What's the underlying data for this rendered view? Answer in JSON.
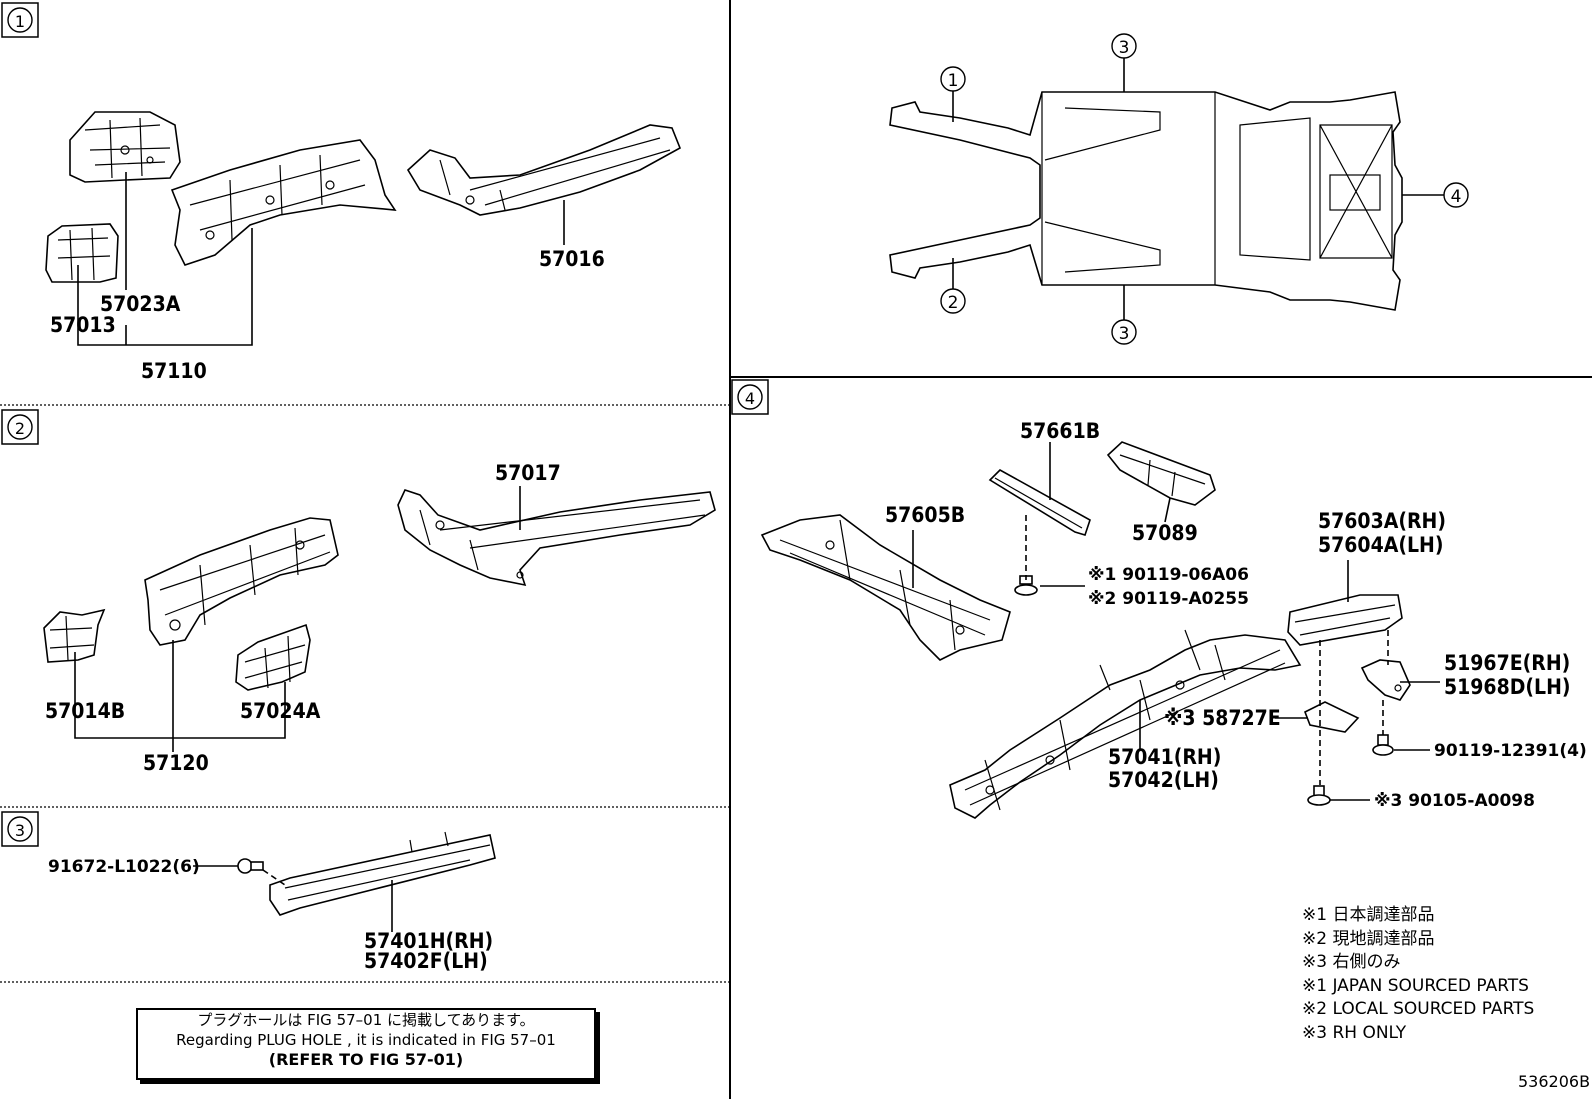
{
  "sections": [
    {
      "id": "1",
      "marker": "①"
    },
    {
      "id": "2",
      "marker": "②"
    },
    {
      "id": "3",
      "marker": "③"
    },
    {
      "id": "4",
      "marker": "④"
    }
  ],
  "section1": {
    "parts": [
      "57023A",
      "57013",
      "57110",
      "57016"
    ]
  },
  "overview": {
    "callouts": [
      "①",
      "②",
      "③",
      "③",
      "④"
    ]
  },
  "section2": {
    "parts": [
      "57017",
      "57014B",
      "57024A",
      "57120"
    ]
  },
  "section3": {
    "parts": [
      "91672-L1022(6)",
      "57401H(RH)",
      "57402F(LH)"
    ]
  },
  "section4": {
    "parts": [
      "57661B",
      "57089",
      "57605B",
      "※1 90119-06A06",
      "※2 90119-A0255",
      "57603A(RH)",
      "57604A(LH)",
      "51967E(RH)",
      "51968D(LH)",
      "※3 58727E",
      "90119-12391(4)",
      "57041(RH)",
      "57042(LH)",
      "※3 90105-A0098"
    ]
  },
  "reference_note": {
    "line_jp": "プラグホールは FIG 57–01 に掲載してあります。",
    "line_en": "Regarding  PLUG  HOLE , it is indicated in FIG 57–01",
    "line_ref": "(REFER TO FIG 57-01)"
  },
  "legend": [
    "※1 日本調達部品",
    "※2 現地調達部品",
    "※3 右側のみ",
    "※1 JAPAN SOURCED PARTS",
    "※2 LOCAL SOURCED PARTS",
    "※3 RH ONLY"
  ],
  "diagram_id": "536206B"
}
